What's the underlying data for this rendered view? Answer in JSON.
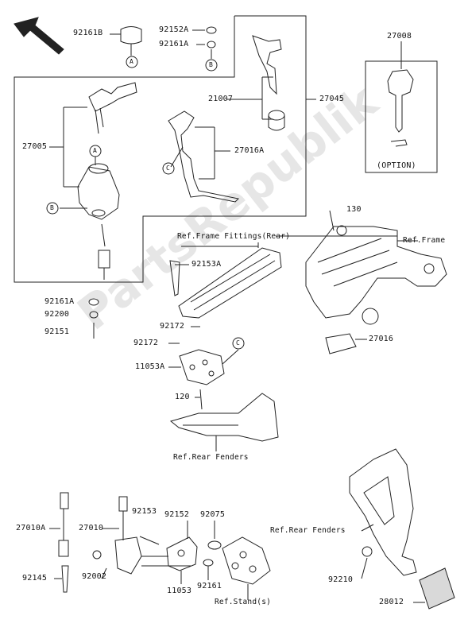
{
  "watermark": "PartsRepublik",
  "labels": {
    "p92161B": "92161B",
    "p92152A": "92152A",
    "p92161A_top": "92161A",
    "p27008": "27008",
    "p21007": "21007",
    "p27045": "27045",
    "p27005": "27005",
    "p27016A": "27016A",
    "option": "(OPTION)",
    "p130": "130",
    "ref_frame_fittings": "Ref.Frame Fittings(Rear)",
    "ref_frame": "Ref.Frame",
    "p92153A": "92153A",
    "p92161A_mid": "92161A",
    "p92200": "92200",
    "p92151": "92151",
    "p92172_a": "92172",
    "p92172_b": "92172",
    "p11053A": "11053A",
    "p27016": "27016",
    "p120": "120",
    "ref_rear_fenders_1": "Ref.Rear Fenders",
    "p27010A": "27010A",
    "p27010": "27010",
    "p92153": "92153",
    "p92152": "92152",
    "p92075": "92075",
    "ref_rear_fenders_2": "Ref.Rear Fenders",
    "p92145": "92145",
    "p92002": "92002",
    "p11053": "11053",
    "p92161": "92161",
    "ref_stands": "Ref.Stand(s)",
    "p92210": "92210",
    "p28012": "28012"
  },
  "markers": {
    "a1": "A",
    "b1": "B",
    "a2": "A",
    "b2": "B",
    "c1": "C",
    "c2": "C"
  }
}
